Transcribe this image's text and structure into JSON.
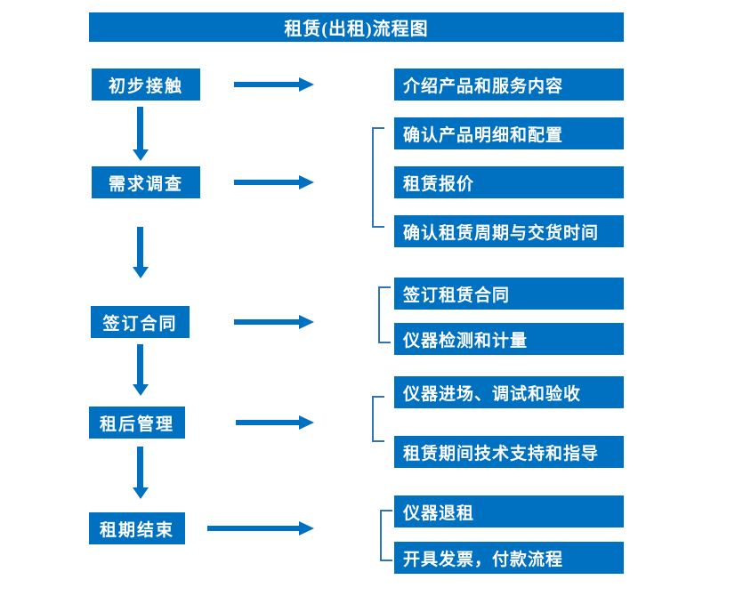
{
  "title": "租赁(出租)流程图",
  "colors": {
    "primary": "#0070C0",
    "bracket": "#2E75B6",
    "text": "#FFFFFF",
    "background": "#FFFFFF"
  },
  "flow": {
    "stages": [
      {
        "label": "初步接触",
        "details": [
          "介绍产品和服务内容"
        ]
      },
      {
        "label": "需求调查",
        "details": [
          "确认产品明细和配置",
          "租赁报价",
          "确认租赁周期与交货时间"
        ]
      },
      {
        "label": "签订合同",
        "details": [
          "签订租赁合同",
          "仪器检测和计量"
        ]
      },
      {
        "label": "租后管理",
        "details": [
          "仪器进场、调试和验收",
          "租赁期间技术支持和指导"
        ]
      },
      {
        "label": "租期结束",
        "details": [
          "仪器退租",
          "开具发票，付款流程"
        ]
      }
    ]
  }
}
